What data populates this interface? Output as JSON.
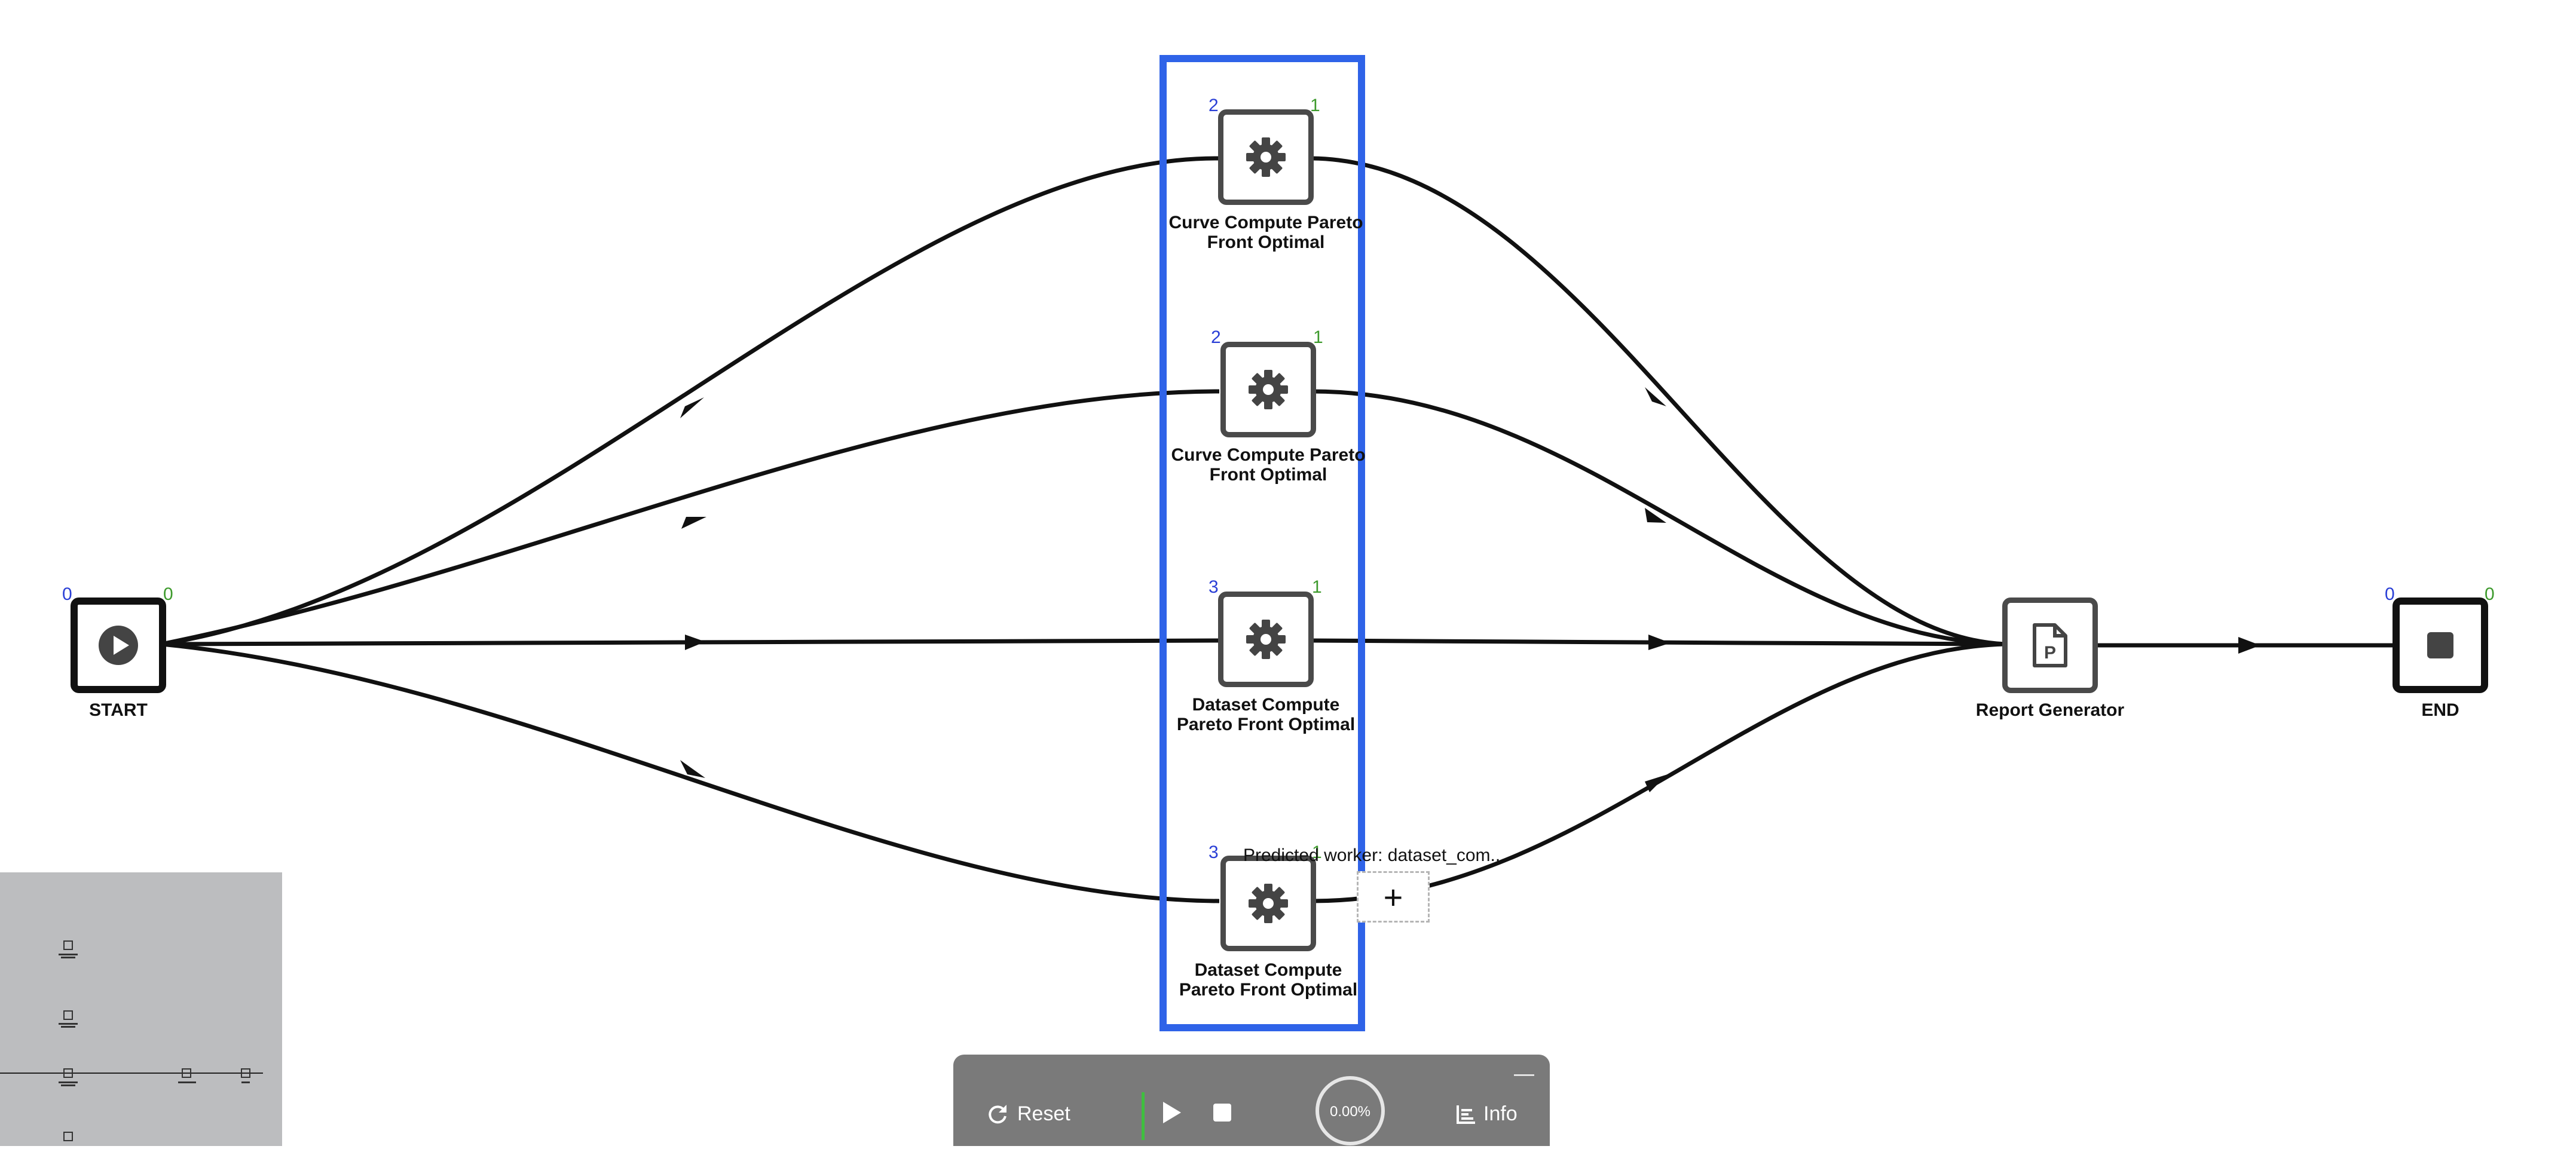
{
  "nodes": {
    "start": {
      "label": "START",
      "in_count": "0",
      "out_count": "0",
      "icon": "play-icon"
    },
    "curve1": {
      "label_line1": "Curve Compute Pareto",
      "label_line2": "Front Optimal",
      "in_count": "2",
      "out_count": "1",
      "icon": "gear-icon"
    },
    "curve2": {
      "label_line1": "Curve Compute Pareto",
      "label_line2": "Front Optimal",
      "in_count": "2",
      "out_count": "1",
      "icon": "gear-icon"
    },
    "dataset1": {
      "label_line1": "Dataset Compute",
      "label_line2": "Pareto Front Optimal",
      "in_count": "3",
      "out_count": "1",
      "icon": "gear-icon"
    },
    "dataset2": {
      "label_line1": "Dataset Compute",
      "label_line2": "Pareto Front Optimal",
      "in_count": "3",
      "out_count": "1",
      "icon": "gear-icon"
    },
    "report": {
      "label": "Report Generator",
      "icon": "pdf-file-icon"
    },
    "end": {
      "label": "END",
      "in_count": "0",
      "out_count": "0",
      "icon": "stop-icon"
    }
  },
  "tooltip": {
    "text": "Predicted worker: dataset_com..."
  },
  "add_button": {
    "label": "+"
  },
  "toolbar": {
    "reset_label": "Reset",
    "info_label": "Info",
    "progress_text": "0.00%",
    "progress_value": 0,
    "minimize_label": "—"
  },
  "colors": {
    "selection": "#2f63e8",
    "in_port": "#2a3fd6",
    "out_port": "#3d9a2c",
    "toolbar_bg": "#7a7a7a",
    "running_indicator": "#3fbf3f"
  }
}
